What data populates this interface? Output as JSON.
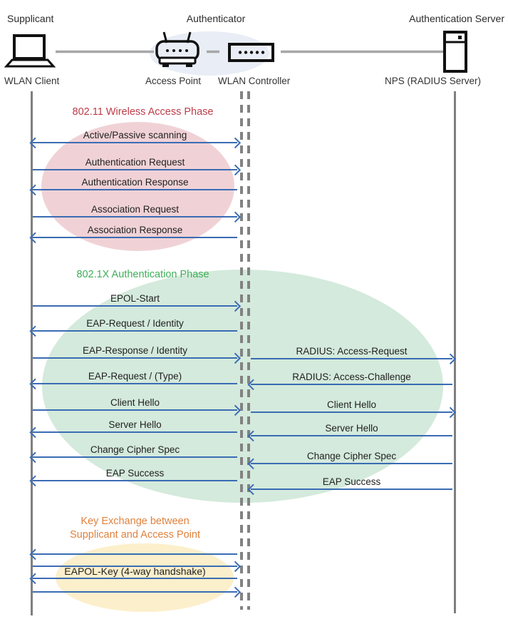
{
  "diagram": {
    "roles": {
      "supplicant": "Supplicant",
      "authenticator": "Authenticator",
      "auth_server": "Authentication Server"
    },
    "nodes": {
      "client": "WLAN Client",
      "access_point": "Access Point",
      "controller": "WLAN Controller",
      "server": "NPS (RADIUS Server)"
    },
    "phases": {
      "wireless": {
        "title": "802.11 Wireless Access Phase",
        "title_color": "#be3c48",
        "ellipse_color": "#f0d2d6"
      },
      "auth": {
        "title": "802.1X Authentication Phase",
        "title_color": "#3fae59",
        "ellipse_color": "#d4eadc"
      },
      "key": {
        "title": "Key Exchange between\nSupplicant and Access Point",
        "title_color": "#e0813d",
        "ellipse_color": "#fcefcb"
      }
    },
    "messages": {
      "wireless": [
        {
          "label": "Active/Passive scanning",
          "dir": "both"
        },
        {
          "label": "Authentication Request",
          "dir": "right"
        },
        {
          "label": "Authentication Response",
          "dir": "left"
        },
        {
          "label": "Association Request",
          "dir": "right"
        },
        {
          "label": "Association Response",
          "dir": "left"
        }
      ],
      "auth_left": [
        {
          "label": "EPOL-Start",
          "dir": "right"
        },
        {
          "label": "EAP-Request / Identity",
          "dir": "left"
        },
        {
          "label": "EAP-Response / Identity",
          "dir": "right"
        },
        {
          "label": "EAP-Request / (Type)",
          "dir": "left"
        },
        {
          "label": "Client Hello",
          "dir": "right"
        },
        {
          "label": "Server Hello",
          "dir": "left"
        },
        {
          "label": "Change Cipher Spec",
          "dir": "left"
        },
        {
          "label": "EAP Success",
          "dir": "left"
        }
      ],
      "auth_right": [
        {
          "label": "RADIUS: Access-Request",
          "dir": "right"
        },
        {
          "label": "RADIUS: Access-Challenge",
          "dir": "left"
        },
        {
          "label": "Client Hello",
          "dir": "right"
        },
        {
          "label": "Server Hello",
          "dir": "left"
        },
        {
          "label": "Change Cipher Spec",
          "dir": "left"
        },
        {
          "label": "EAP Success",
          "dir": "left"
        }
      ],
      "key_exchange": {
        "label": "EAPOL-Key (4-way handshake)",
        "arrows": [
          "left",
          "right",
          "left",
          "right"
        ]
      }
    },
    "colors": {
      "arrow_blue": "#3a6cb4",
      "lifeline_gray": "#7f7f7f",
      "connector_gray": "#a6a6a6",
      "authenticator_ellipse": "#e9edf6"
    }
  }
}
